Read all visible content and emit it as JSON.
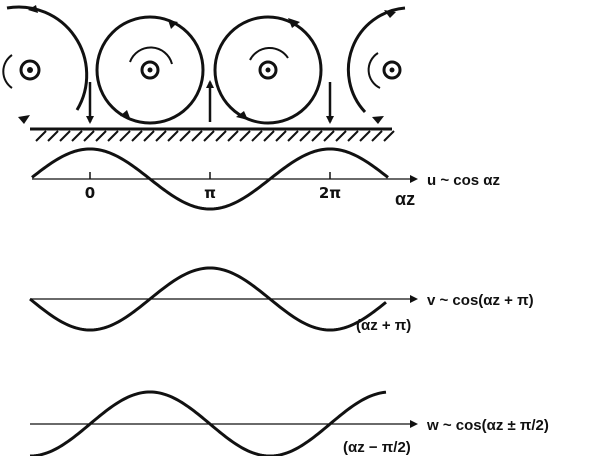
{
  "top_panel": {
    "tick_labels": [
      "0",
      "π",
      "2π"
    ],
    "axis_label": "αz",
    "curve_label": "u ~ cos αz"
  },
  "middle_panel": {
    "curve_label": "v ~ cos(αz + π)",
    "phase_label": "(αz + π)"
  },
  "bottom_panel": {
    "curve_label": "w ~ cos(αz ± π/2)",
    "phase_label": "(αz − π/2)"
  },
  "colors": {
    "ink": "#111111",
    "background": "#ffffff"
  }
}
